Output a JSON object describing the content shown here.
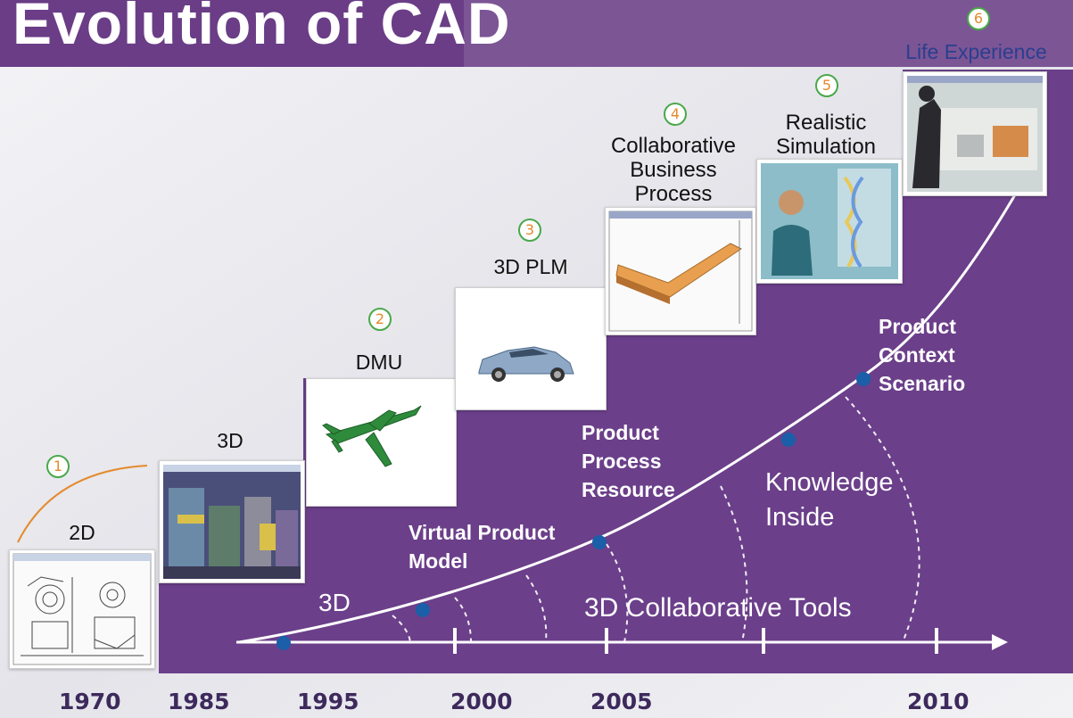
{
  "title": "Evolution of CAD",
  "stages": [
    {
      "num": "1",
      "label": "2D"
    },
    {
      "num": "",
      "label": "3D"
    },
    {
      "num": "2",
      "label": "DMU"
    },
    {
      "num": "3",
      "label": "3D PLM"
    },
    {
      "num": "4",
      "label_lines": [
        "Collaborative",
        "Business",
        "Process"
      ]
    },
    {
      "num": "5",
      "label_lines": [
        "Realistic",
        "Simulation"
      ]
    },
    {
      "num": "6",
      "label": "Life Experience"
    }
  ],
  "curve_labels": {
    "three_d": "3D",
    "virtual_product_model": [
      "Virtual Product",
      "Model"
    ],
    "product_process_resource": [
      "Product",
      "Process",
      "Resource"
    ],
    "knowledge_inside": [
      "Knowledge",
      "Inside"
    ],
    "product_context_scenario": [
      "Product",
      "Context",
      "Scenario"
    ],
    "collaborative_tools": "3D Collaborative Tools"
  },
  "years": [
    "1970",
    "1985",
    "1995",
    "2000",
    "2005",
    "2010"
  ],
  "colors": {
    "purple": "#6b3f8a",
    "title_bar": "#6a3d86",
    "dot": "#1a5fa8",
    "circle_green": "#4aa84a",
    "circle_orange": "#e58a2c",
    "year_text": "#3d2a5c",
    "life_experience_text": "#2a3f8f"
  }
}
